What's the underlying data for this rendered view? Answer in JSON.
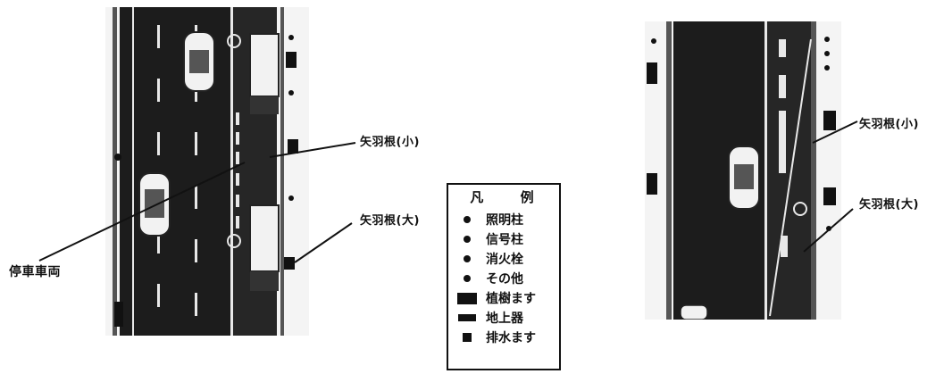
{
  "diagram_left": {
    "callouts": {
      "small_arrow": "矢羽根(小)",
      "large_arrow": "矢羽根(大)",
      "parked_vehicle": "停車車両"
    }
  },
  "diagram_right": {
    "callouts": {
      "small_arrow": "矢羽根(小)",
      "large_arrow": "矢羽根(大)"
    }
  },
  "legend": {
    "title": "凡 例",
    "items": [
      {
        "symbol": "dot",
        "label": "照明柱"
      },
      {
        "symbol": "dot",
        "label": "信号柱"
      },
      {
        "symbol": "dot",
        "label": "消火栓"
      },
      {
        "symbol": "dot",
        "label": "その他"
      },
      {
        "symbol": "large-rect",
        "label": "植樹ます"
      },
      {
        "symbol": "ground-rect",
        "label": "地上器"
      },
      {
        "symbol": "square",
        "label": "排水ます"
      }
    ]
  },
  "colors": {
    "road": "#1c1c1c",
    "lane_marking": "#e8e8e8",
    "vehicle": "#f2f2f2",
    "ink": "#111111"
  }
}
